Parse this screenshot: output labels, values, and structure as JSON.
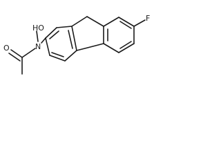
{
  "molecule": {
    "labels": {
      "fluorine": "F",
      "nitrogen": "N",
      "hydroxyl": "HO",
      "carbonyl_oxygen": "O"
    }
  }
}
